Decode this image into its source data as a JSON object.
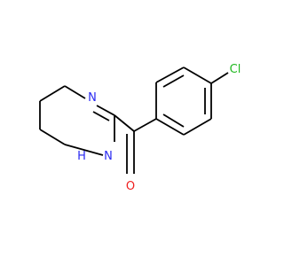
{
  "molecule": {
    "atoms": {
      "nitrogen_upper": {
        "symbol": "N"
      },
      "nitrogen_lower": {
        "symbol": "N"
      },
      "nitrogen_lower_h": {
        "symbol": "H"
      },
      "oxygen": {
        "symbol": "O"
      },
      "chlorine": {
        "symbol": "Cl"
      }
    }
  },
  "colors": {
    "bond": "#000000",
    "nitrogen": "#2a2af2",
    "oxygen": "#ef1f1f",
    "chlorine": "#1fb81f",
    "background": "#ffffff"
  }
}
